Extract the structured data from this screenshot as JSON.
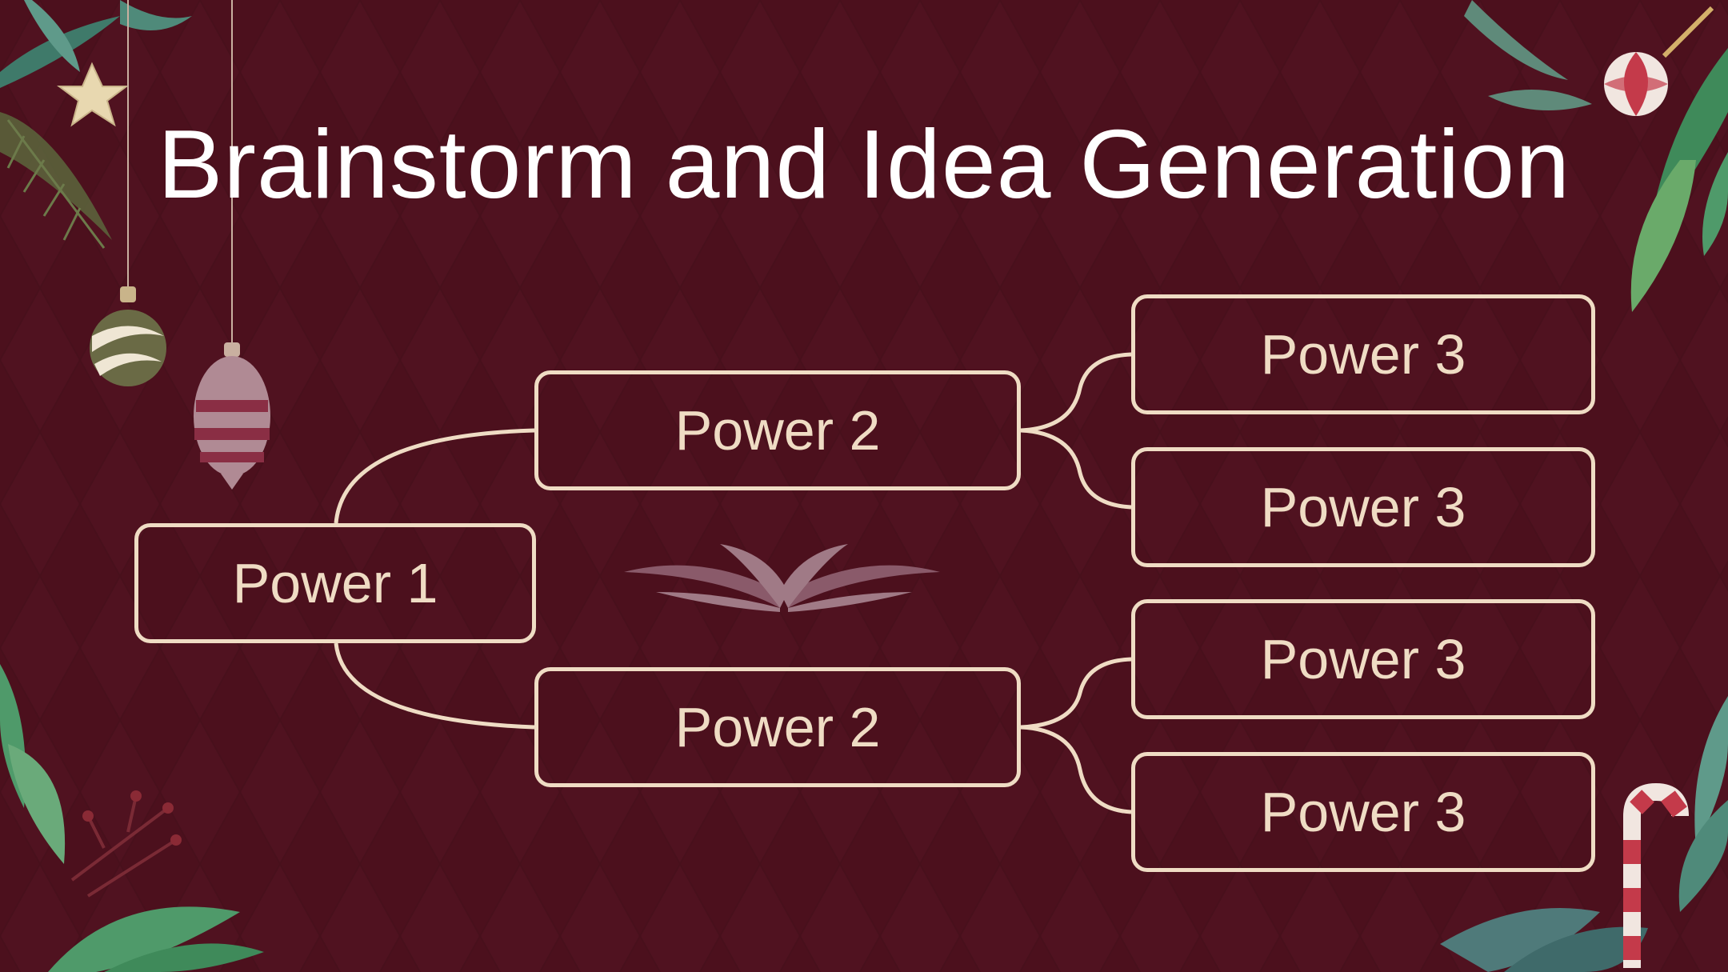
{
  "slide": {
    "title": "Brainstorm and Idea Generation"
  },
  "diagram": {
    "root": {
      "label": "Power 1"
    },
    "level2": [
      {
        "label": "Power 2"
      },
      {
        "label": "Power 2"
      }
    ],
    "level3": [
      {
        "label": "Power 3"
      },
      {
        "label": "Power 3"
      },
      {
        "label": "Power 3"
      },
      {
        "label": "Power 3"
      }
    ]
  },
  "colors": {
    "background": "#4c101d",
    "line": "#efdcc4",
    "title": "#ffffff"
  }
}
